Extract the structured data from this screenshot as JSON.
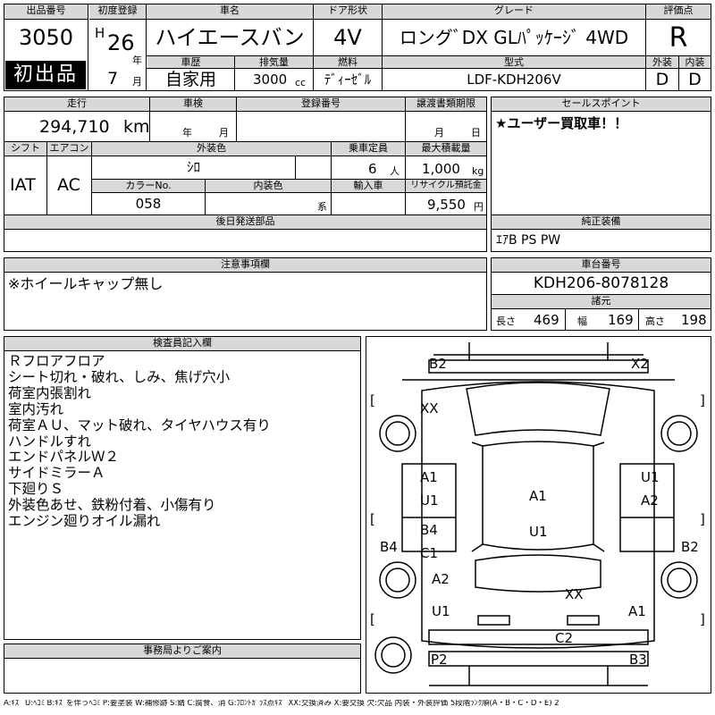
{
  "header": {
    "lot_label": "出品番号",
    "lot_no": "3050",
    "first_listing": "初出品",
    "reg_label": "初度登録",
    "reg_era": "H",
    "reg_year": "26",
    "year_unit": "年",
    "reg_month": "7",
    "month_unit": "月",
    "name_label": "車名",
    "car_name": "ハイエースバン",
    "door_label": "ドア形状",
    "door": "4V",
    "grade_label": "グレード",
    "grade": "ロングﾞDX GLﾊﾟｯｹｰｼﾞ 4WD",
    "score_label": "評価点",
    "score": "R",
    "history_label": "車歴",
    "history": "自家用",
    "disp_label": "排気量",
    "displacement": "3000",
    "cc": "cc",
    "fuel_label": "燃料",
    "fuel": "ﾃﾞｨｰｾﾞﾙ",
    "model_label": "型式",
    "model": "LDF-KDH206V",
    "ext_label": "外装",
    "ext": "D",
    "int_label": "内装",
    "int": "D"
  },
  "row2": {
    "mileage_label": "走行",
    "mileage": "294,710",
    "km": "km",
    "inspection_label": "車検",
    "year": "年",
    "month": "月",
    "regno_label": "登録番号",
    "transfer_label": "譲渡書類期限",
    "t_month": "月",
    "t_day": "日",
    "sales_label": "セールスポイント",
    "sales_text": "★ユーザー買取車！！"
  },
  "row3": {
    "shift_label": "シフト",
    "shift": "IAT",
    "ac_label": "エアコン",
    "ac": "AC",
    "color_label": "外装色",
    "color": "ｼﾛ",
    "capacity_label": "乗車定員",
    "capacity": "6",
    "person": "人",
    "load_label": "最大積載量",
    "load": "1,000",
    "kg": "kg",
    "colorno_label": "カラーNo.",
    "colorno": "058",
    "intcolor_label": "内装色",
    "kei": "系",
    "import_label": "輸入車",
    "recycle_label": "リサイクル預託金",
    "recycle": "9,550",
    "yen": "円"
  },
  "row4": {
    "later_label": "後日発送部品",
    "equip_label": "純正装備",
    "equip": "ｴｱB PS PW"
  },
  "row5": {
    "caution_label": "注意事項欄",
    "caution": "※ホイールキャップ無し",
    "chassis_label": "車台番号",
    "chassis": "KDH206-8078128",
    "spec_label": "諸元",
    "len_label": "長さ",
    "length": "469",
    "wid_label": "幅",
    "width": "169",
    "hei_label": "高さ",
    "height": "198"
  },
  "inspector": {
    "label": "検査員記入欄",
    "lines": [
      "Ｒフロアフロア",
      "シート切れ・破れ、しみ、焦げ穴小",
      "荷室内張割れ",
      "室内汚れ",
      "荷室ＡＵ、マット破れ、タイヤハウス有り",
      "ハンドルすれ",
      "エンドパネルＷ２",
      "サイドミラーＡ",
      "下廻りＳ",
      "外装色あせ、鉄粉付着、小傷有り",
      "エンジン廻りオイル漏れ"
    ]
  },
  "office": {
    "label": "事務局よりご案内"
  },
  "diagram": {
    "marks": {
      "b2_top": "B2",
      "x2_top": "X2",
      "xx_front": "XX",
      "a1_left": "A1",
      "u1_left": "U1",
      "u1_right": "U1",
      "a2_right": "A2",
      "a1_center": "A1",
      "u1_center": "U1",
      "b4_left": "B4",
      "c1_left": "C1",
      "b4_side": "B4",
      "b2_side": "B2",
      "a2_left": "A2",
      "xx_rear": "XX",
      "u1_rl": "U1",
      "a1_rr": "A1",
      "c2_rear": "C2",
      "p2_rear": "P2",
      "b3_rear": "B3"
    },
    "brackets": [
      "[",
      "]"
    ]
  },
  "footer": {
    "legend": "A:ｷｽﾞ U:ﾍｺﾐ B:ｷｽﾞを伴うﾍｺﾐ P:要塗装 W:補修跡 S:錆 C:腐食、消 G:ﾌﾛﾝﾄｶﾞﾗｽ点ｷｽﾞ XX:交換済み X:要交換 欠:欠品 内装・外装評価 5段階ﾗﾝｸ順(A・B・C・D・E) 2"
  }
}
